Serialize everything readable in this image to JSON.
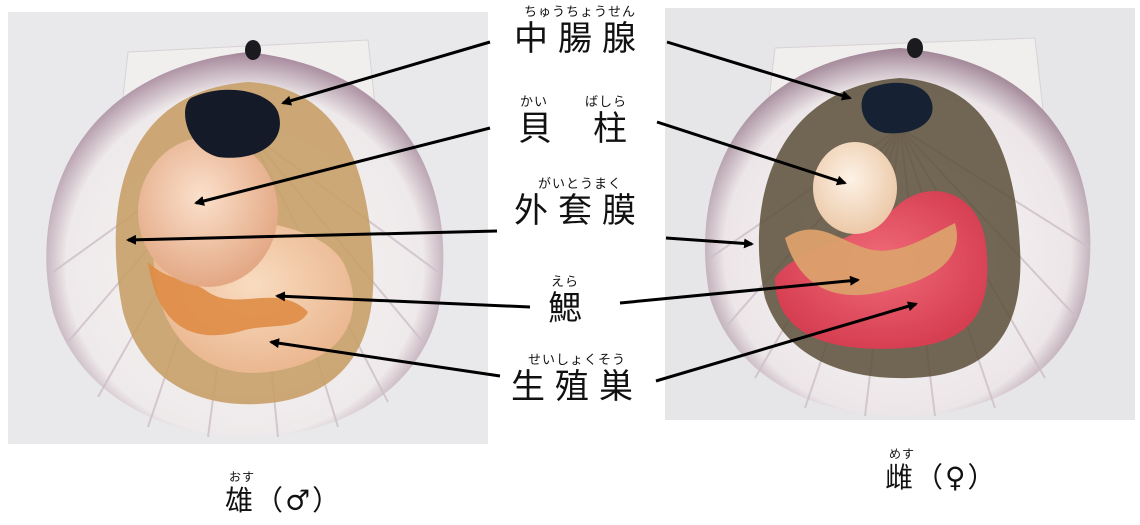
{
  "labels": [
    {
      "id": "chuuchousen",
      "ruby": "ちゅうちょうせん",
      "kanji": "中腸腺"
    },
    {
      "id": "kaibashira",
      "ruby_a": "かい",
      "ruby_b": "ばしら",
      "kanji_a": "貝",
      "kanji_b": "柱"
    },
    {
      "id": "gaitoumaku",
      "ruby": "がいとうまく",
      "kanji": "外套膜"
    },
    {
      "id": "era",
      "ruby": "えら",
      "kanji": "鰓"
    },
    {
      "id": "seishokusou",
      "ruby": "せいしょくそう",
      "kanji": "生殖巣"
    }
  ],
  "captions": {
    "male": {
      "ruby": "おす",
      "text": "雄（♂）"
    },
    "female": {
      "ruby": "めす",
      "text": "雌（♀）"
    }
  },
  "colors": {
    "shell_rib": "#f4f1f2",
    "shell_purple": "#7a4a6a",
    "digestive_gland": "#141b2a",
    "adductor": "#f2c29c",
    "gill": "#e08a3c",
    "male_gonad": "#f3c9a6",
    "female_gonad": "#e0455a"
  }
}
